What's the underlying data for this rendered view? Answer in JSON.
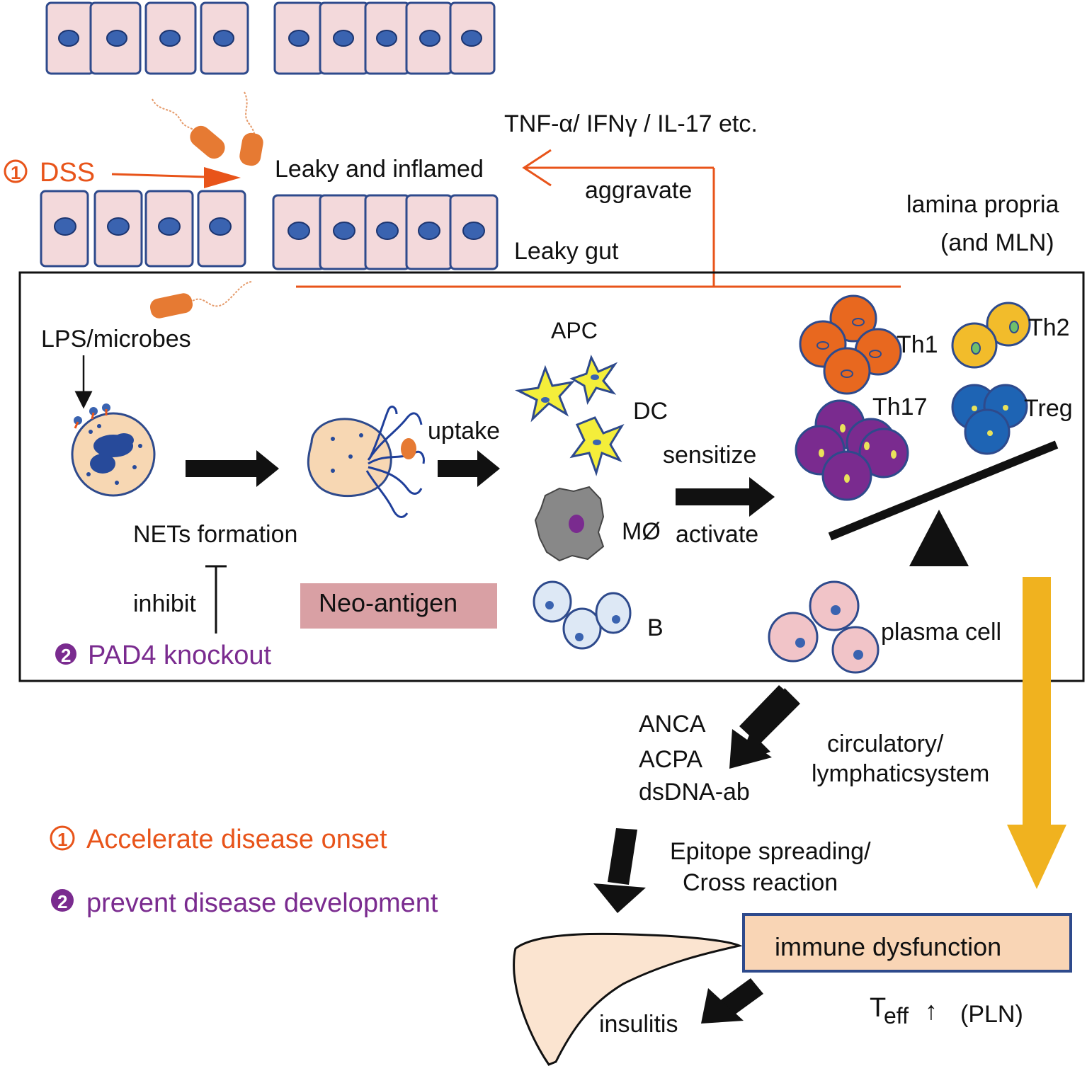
{
  "colors": {
    "orange": "#e8541a",
    "purple": "#7a2b8f",
    "yellow_arrow": "#f0b21f",
    "epithelium_fill": "#f3d9db",
    "epithelium_stroke": "#2e4a8c",
    "nucleus": "#3a63b0",
    "neo_antigen_box": "#d9a0a4",
    "immune_box": "#f9d5b5"
  },
  "gut": {
    "cytokines": "TNF-α/  IFNγ  / IL-17 etc.",
    "leaky_inflamed": "Leaky and inflamed",
    "aggravate": "aggravate",
    "leaky_gut": "Leaky gut",
    "dss_marker": "①",
    "dss": "DSS",
    "lamina_line1": "lamina  propria",
    "lamina_line2": "(and MLN)"
  },
  "box": {
    "lps": "LPS/microbes",
    "nets_formation": "NETs formation",
    "uptake": "uptake",
    "inhibit": "inhibit",
    "pad4_marker": "②",
    "pad4": "PAD4 knockout",
    "neo_antigen": "Neo-antigen",
    "apc": "APC",
    "dc": "DC",
    "mo": "MØ",
    "b": "B",
    "sensitize": "sensitize",
    "activate": "activate",
    "th1": "Th1",
    "th2": "Th2",
    "th17": "Th17",
    "treg": "Treg",
    "plasma_cell": "plasma cell"
  },
  "lower": {
    "anca": "ANCA",
    "acpa": "ACPA",
    "dsdna": "dsDNA-ab",
    "circ1": "circulatory/",
    "circ2": "lymphaticsystem",
    "epitope1": "Epitope spreading/",
    "epitope2": "Cross  reaction",
    "immune_dysfunction": "immune dysfunction",
    "insulitis": "insulitis",
    "teff_main": "T",
    "teff_sub": "eff",
    "teff_up": "↑",
    "pln": "(PLN)"
  },
  "legend": {
    "item1_marker": "①",
    "item1": "Accelerate disease  onset",
    "item2_marker": "②",
    "item2": "prevent disease   development"
  }
}
